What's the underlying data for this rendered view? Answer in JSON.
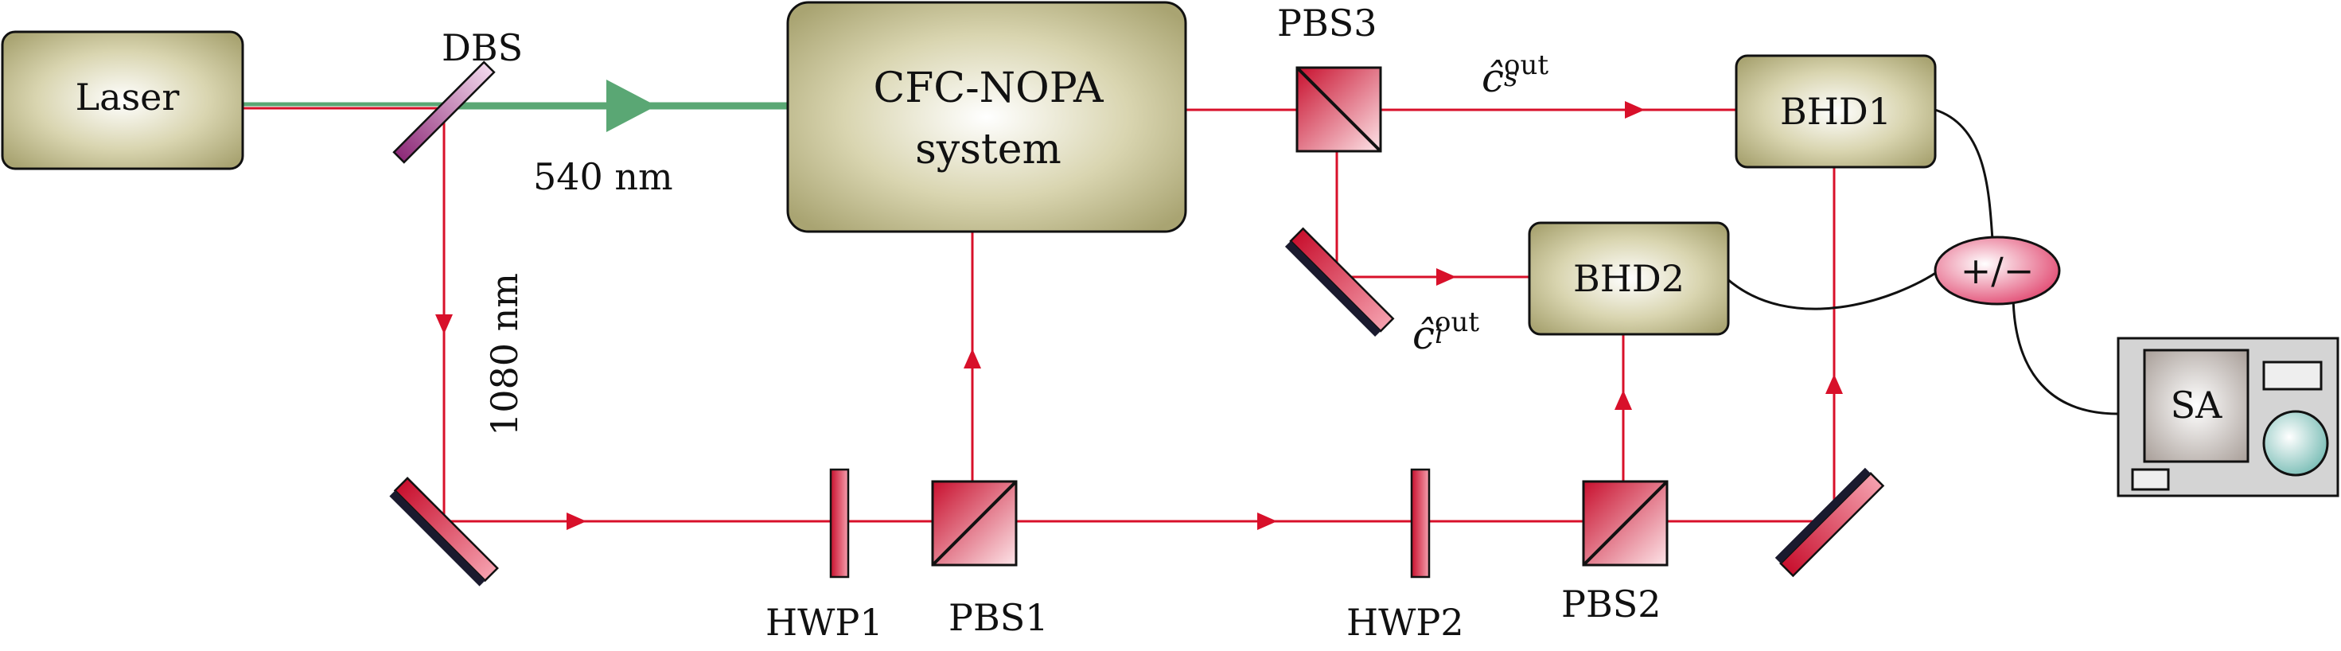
{
  "boxes": {
    "laser": "Laser",
    "cfc_line1": "CFC-NOPA",
    "cfc_line2": "system",
    "bhd1": "BHD1",
    "bhd2": "BHD2",
    "sa": "SA",
    "combiner": "+/−"
  },
  "labels": {
    "dbs": "DBS",
    "wavelength_green": "540 nm",
    "wavelength_red": "1080 nm",
    "pbs1": "PBS1",
    "pbs2": "PBS2",
    "pbs3": "PBS3",
    "hwp1": "HWP1",
    "hwp2": "HWP2",
    "signal_base": "ĉ",
    "signal_sub": "s",
    "signal_sup": "out",
    "idler_base": "ĉ",
    "idler_sub": "i",
    "idler_sup": "out"
  },
  "colors": {
    "beam_red": "#d8102a",
    "beam_green": "#5aa774",
    "box_khaki": "#b5b07c",
    "mirror_pink": "#e0506a",
    "dbs_purple": "#a03a88"
  }
}
